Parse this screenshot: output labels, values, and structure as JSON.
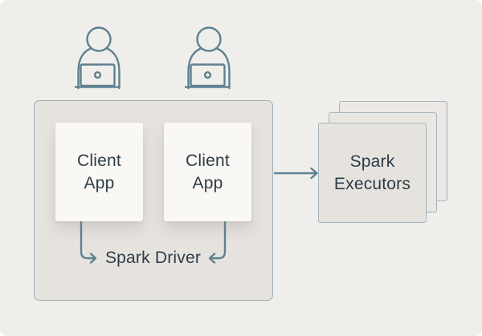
{
  "colors": {
    "background": "#F0EEEA",
    "driver_box_fill": "#E6E3DF",
    "driver_box_border": "#9AACB8",
    "client_card_fill": "#F9F8F4",
    "executor_front_fill": "#E6E3DF",
    "executor_back_fill": "#ECE9E5",
    "executor_border": "#A3B4BE",
    "text": "#2C3B47",
    "line_stroke": "#5E8191"
  },
  "diagram": {
    "users": [
      {
        "icon": "user-at-laptop-icon"
      },
      {
        "icon": "user-at-laptop-icon"
      }
    ],
    "driver_box": {
      "label": "Spark Driver",
      "client_apps": [
        {
          "label": "Client\nApp"
        },
        {
          "label": "Client\nApp"
        }
      ]
    },
    "executors": {
      "label": "Spark\nExecutors",
      "stack_count": 3
    },
    "connections": [
      {
        "from": "client-app-card-1",
        "to": "spark-driver-label",
        "icon": "elbow-arrow-down-right-icon"
      },
      {
        "from": "client-app-card-2",
        "to": "spark-driver-label",
        "icon": "elbow-arrow-down-left-icon"
      },
      {
        "from": "spark-driver-container",
        "to": "spark-executors-stack",
        "icon": "arrow-right-icon"
      }
    ]
  }
}
